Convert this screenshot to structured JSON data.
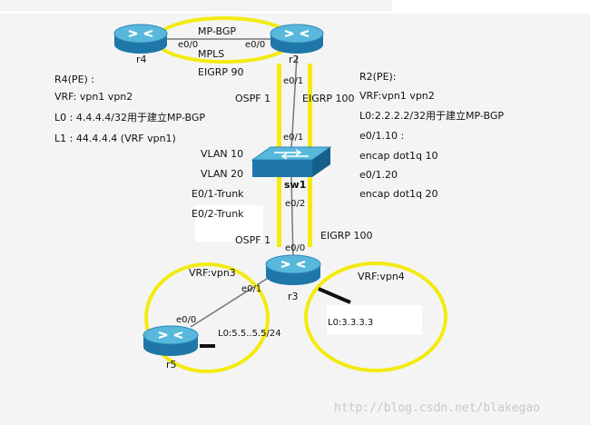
{
  "colors": {
    "highlight": "#f3ea10",
    "router_top": "#58b8dc",
    "router_side": "#1e77a8",
    "link": "#666666",
    "canvas_bg": "#f4f4f4"
  },
  "routers": {
    "r4": {
      "name": "r4",
      "icon": "router-icon"
    },
    "r2": {
      "name": "r2",
      "icon": "router-icon"
    },
    "r3": {
      "name": "r3",
      "icon": "router-icon"
    },
    "r5": {
      "name": "r5",
      "icon": "router-icon"
    }
  },
  "switch": {
    "name": "sw1",
    "icon": "switch-icon"
  },
  "top_link": {
    "protocol1": "MP-BGP",
    "protocol2": "MPLS",
    "protocol3": "EIGRP 90",
    "r4_if": "e0/0",
    "r2_if": "e0/0"
  },
  "upper_link": {
    "r2_if": "e0/1",
    "sw_if": "e0/1",
    "left_label": "OSPF 1",
    "right_label": "EIGRP 100"
  },
  "lower_link": {
    "sw_if": "e0/2",
    "r3_if": "e0/0",
    "left_label": "OSPF 1",
    "right_label": "EIGRP 100"
  },
  "r4_info": [
    "R4(PE) :",
    "VRF: vpn1 vpn2",
    "L0 : 4.4.4.4/32用于建立MP-BGP",
    "L1 : 44.4.4.4 (VRF vpn1)"
  ],
  "r2_info": [
    "R2(PE):",
    "VRF:vpn1 vpn2",
    "L0:2.2.2.2/32用于建立MP-BGP",
    "e0/1.10 :",
    "encap dot1q 10",
    "e0/1.20",
    "encap dot1q 20"
  ],
  "switch_info": [
    "VLAN 10",
    "VLAN 20",
    "E0/1-Trunk",
    "E0/2-Trunk"
  ],
  "vrf_left": {
    "title": "VRF:vpn3",
    "r3_if": "e0/1",
    "r5_if": "e0/0",
    "r5_loopback": "L0:5.5..5.5/24"
  },
  "vrf_right": {
    "title": "VRF:vpn4",
    "r3_loopback": "L0:3.3.3.3"
  },
  "watermark": "http://blog.csdn.net/blakegao"
}
